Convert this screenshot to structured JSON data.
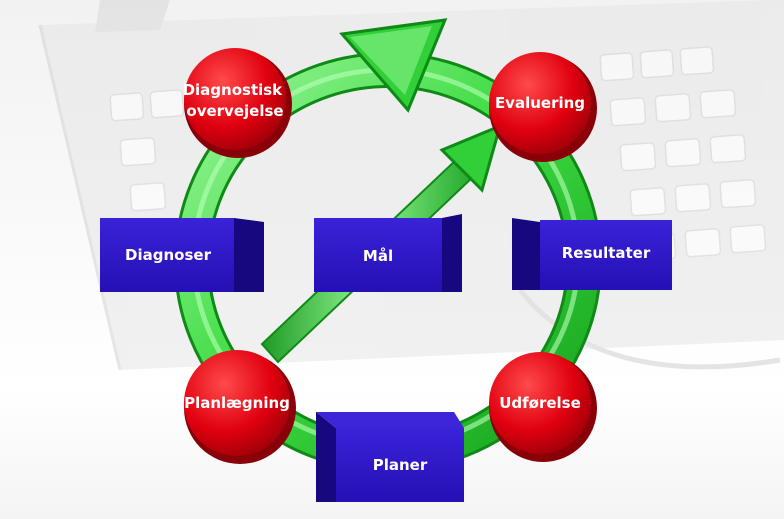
{
  "diagram": {
    "cycle_nodes": [
      {
        "id": "diagnostisk",
        "lines": [
          "Diagnostisk",
          "overvejelse"
        ]
      },
      {
        "id": "evaluering",
        "lines": [
          "Evaluering"
        ]
      },
      {
        "id": "udforelse",
        "lines": [
          "Udførelse"
        ]
      },
      {
        "id": "planlaegning",
        "lines": [
          "Planlægning"
        ]
      }
    ],
    "boxes": [
      {
        "id": "diagnoser",
        "label": "Diagnoser"
      },
      {
        "id": "maal",
        "label": "Mål"
      },
      {
        "id": "resultater",
        "label": "Resultater"
      },
      {
        "id": "planer",
        "label": "Planer"
      }
    ],
    "colors": {
      "node_fill": "#e0000f",
      "node_dark": "#8a0008",
      "box_fill": "#2d15c8",
      "box_dark": "#170880",
      "ring_green": "#40e040",
      "ring_dark": "#139a1c",
      "label_text": "#ffffff"
    }
  }
}
